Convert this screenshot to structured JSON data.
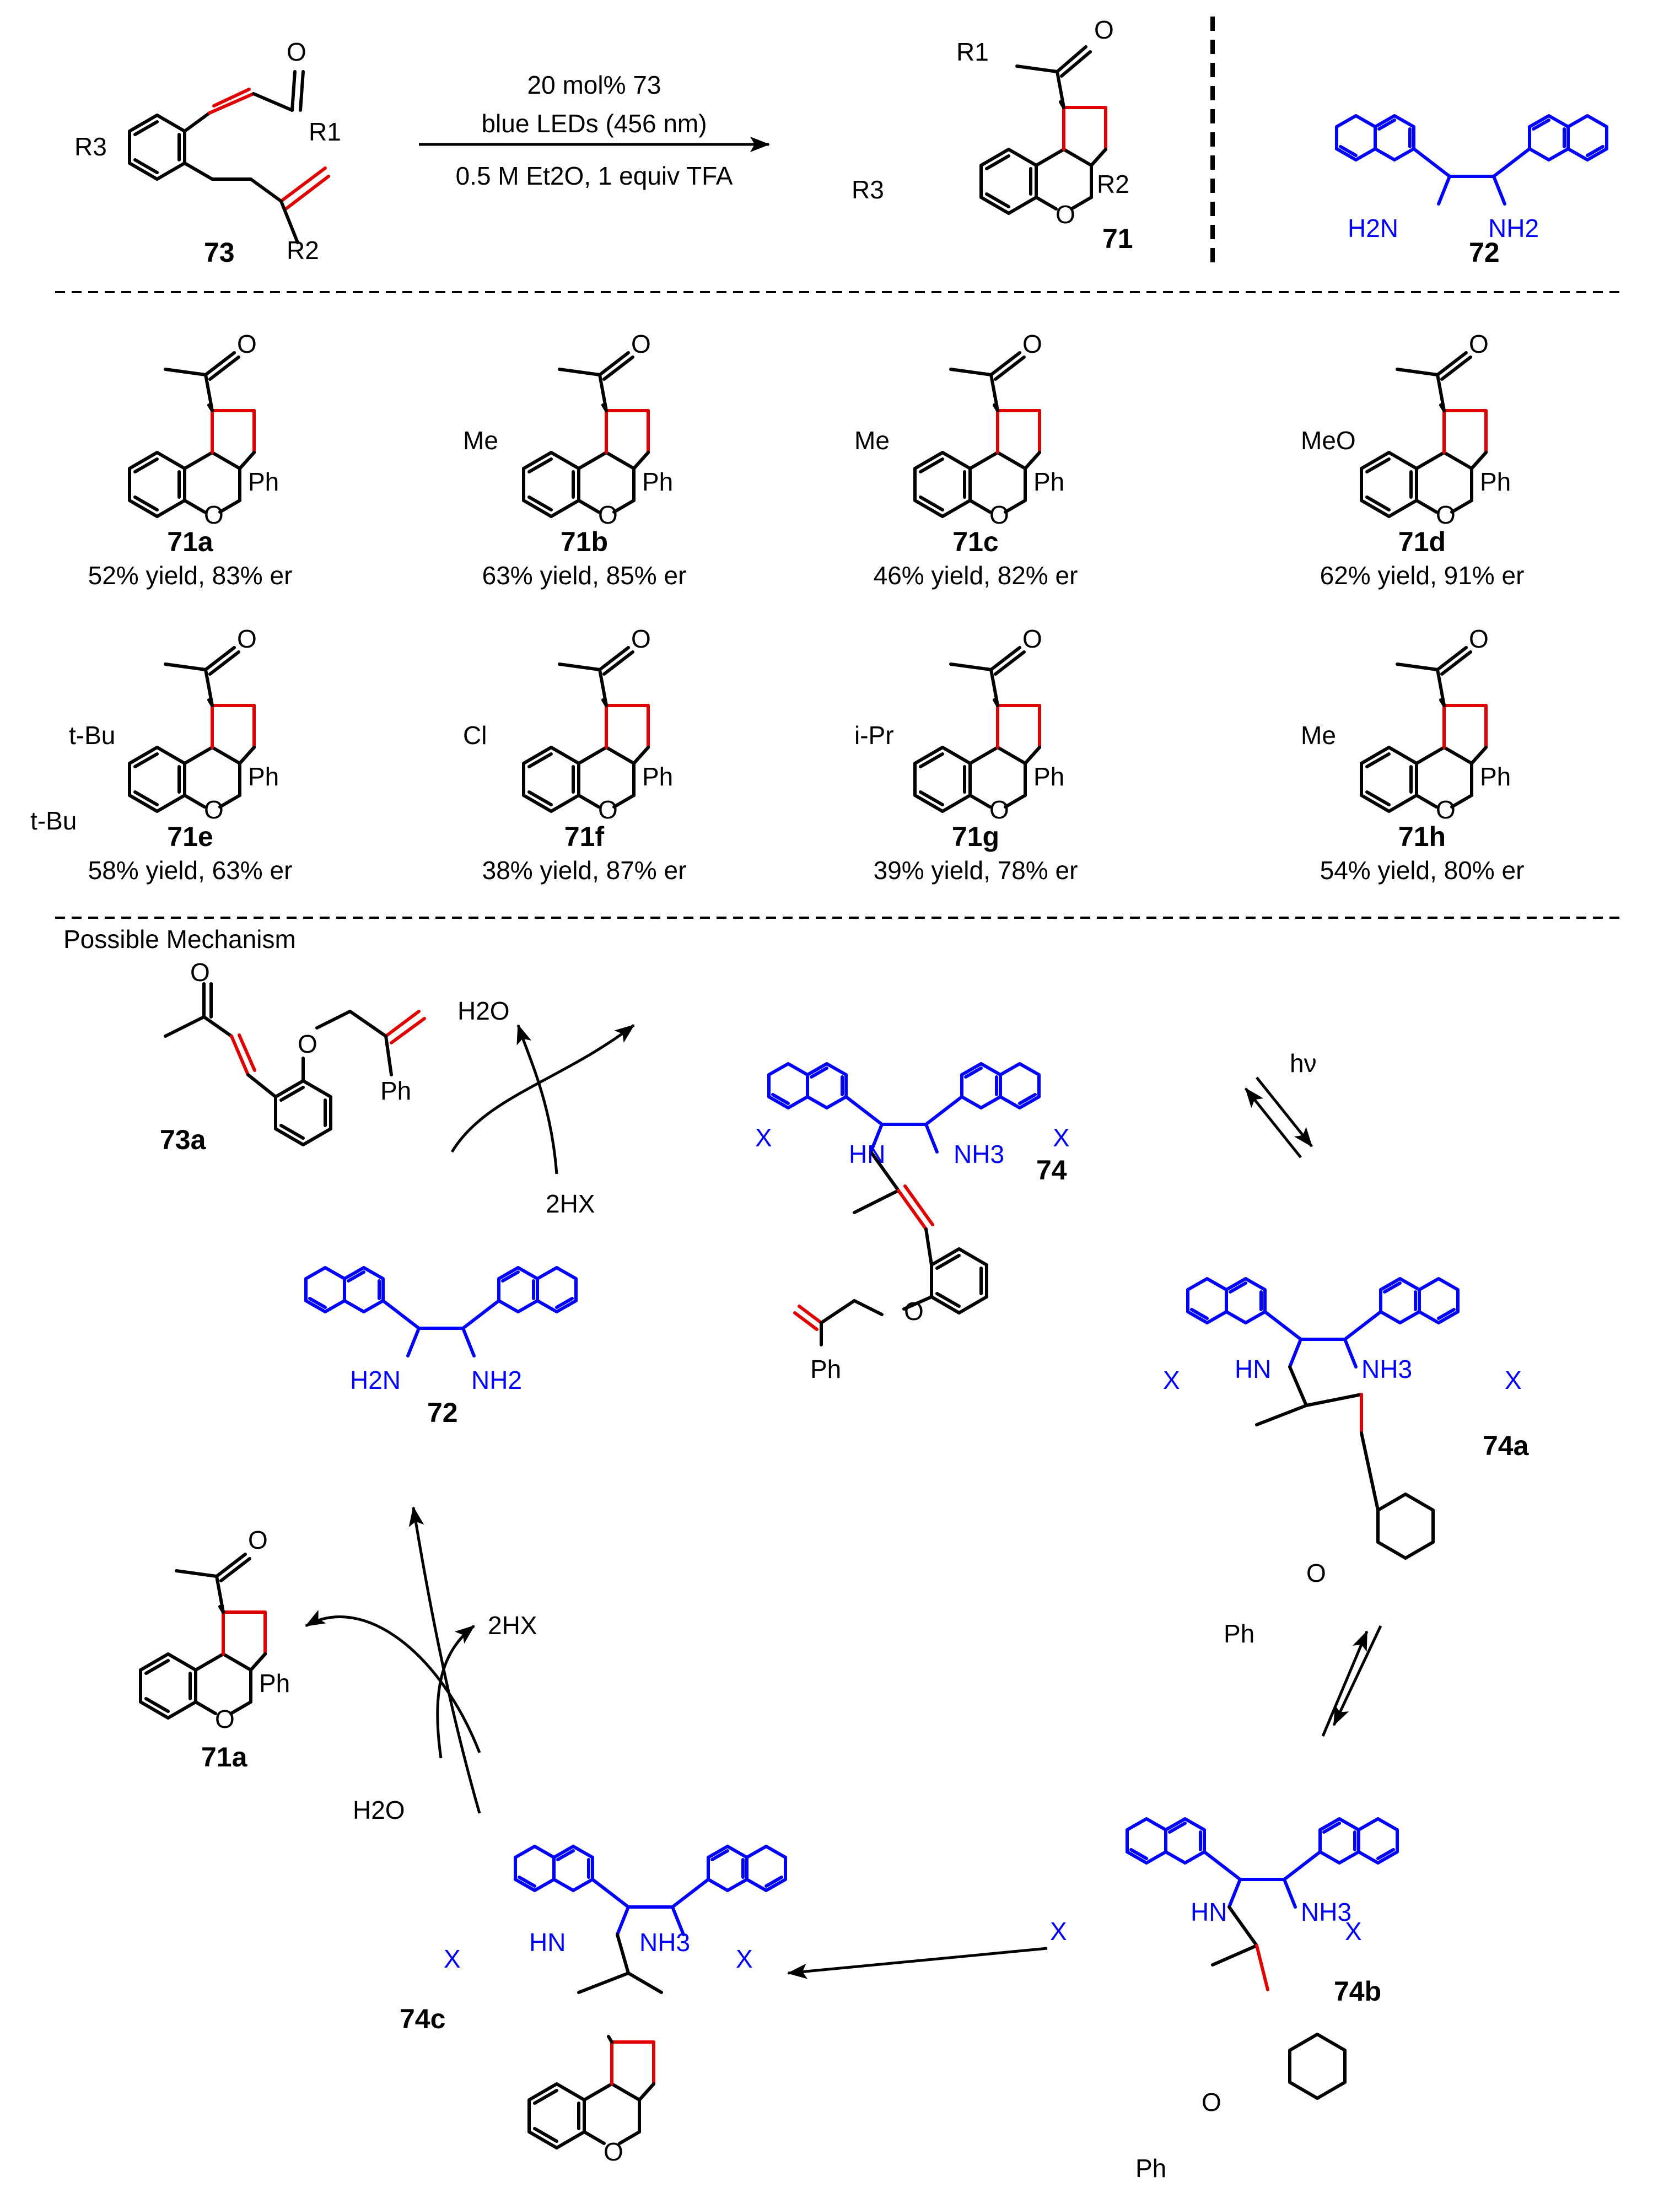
{
  "scheme": {
    "substrate_label": "73",
    "conditions": [
      "20 mol% 73",
      "blue LEDs (456 nm)",
      "0.5 M Et2O, 1 equiv TFA"
    ],
    "product_label": "71",
    "catalyst_label": "72",
    "substrate_groups": [
      "R3",
      "R1",
      "R2",
      "O"
    ],
    "catalyst_groups": [
      "H2N",
      "NH2"
    ]
  },
  "products": [
    {
      "id": "71a",
      "yield": "52% yield, 83% er",
      "sub": "",
      "sub2": ""
    },
    {
      "id": "71b",
      "yield": "63% yield, 85% er",
      "sub": "Me",
      "sub2": ""
    },
    {
      "id": "71c",
      "yield": "46% yield, 82% er",
      "sub": "Me",
      "sub2": ""
    },
    {
      "id": "71d",
      "yield": "62% yield, 91% er",
      "sub": "MeO",
      "sub2": ""
    },
    {
      "id": "71e",
      "yield": "58% yield, 63% er",
      "sub": "t-Bu",
      "sub2": "t-Bu"
    },
    {
      "id": "71f",
      "yield": "38% yield, 87% er",
      "sub": "Cl",
      "sub2": ""
    },
    {
      "id": "71g",
      "yield": "39% yield, 78% er",
      "sub": "i-Pr",
      "sub2": ""
    },
    {
      "id": "71h",
      "yield": "54% yield, 80% er",
      "sub": "Me",
      "sub2": ""
    }
  ],
  "atoms": {
    "O": "O",
    "Ph": "Ph",
    "Me": "Me",
    "NH2": "NH2",
    "H2N": "H2N",
    "NH3": "NH3",
    "HN": "HN",
    "X": "X"
  },
  "mechanism": {
    "heading": "Possible Mechanism",
    "labels": [
      "73a",
      "72",
      "74",
      "74a",
      "74b",
      "74c",
      "71a"
    ],
    "reagents": {
      "water": "H2O",
      "acid": "2HX",
      "light": "hν"
    }
  }
}
